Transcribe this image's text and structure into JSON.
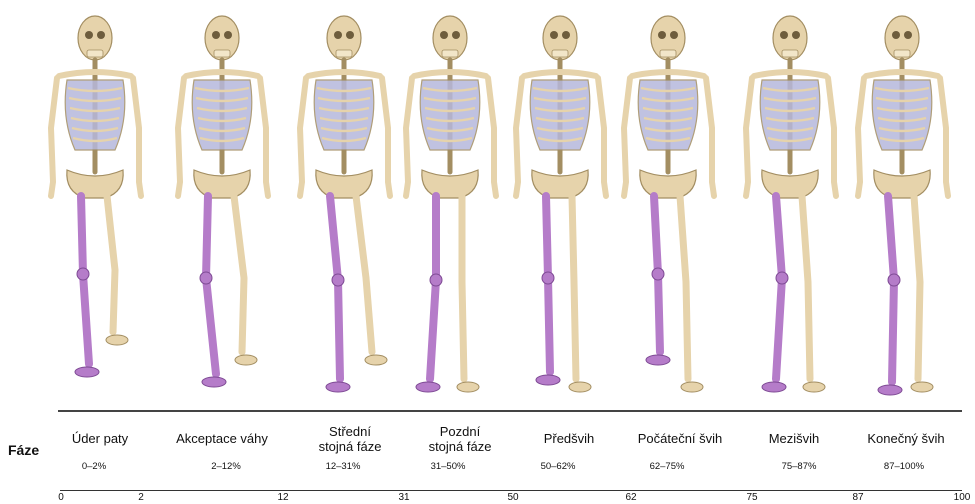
{
  "row_label": "Fáze",
  "colors": {
    "bone": "#e6d3ab",
    "bone_stroke": "#a38e62",
    "highlight": "#b57cc9",
    "highlight_stroke": "#7e4a94",
    "ribs": "#b6b8dc"
  },
  "phases": [
    {
      "name_lines": [
        "Úder paty"
      ],
      "range": "0–2%"
    },
    {
      "name_lines": [
        "Akceptace váhy"
      ],
      "range": "2–12%"
    },
    {
      "name_lines": [
        "Střední",
        "stojná fáze"
      ],
      "range": "12–31%"
    },
    {
      "name_lines": [
        "Pozdní",
        "stojná fáze"
      ],
      "range": "31–50%"
    },
    {
      "name_lines": [
        "Předšvih"
      ],
      "range": "50–62%"
    },
    {
      "name_lines": [
        "Počáteční švih"
      ],
      "range": "62–75%"
    },
    {
      "name_lines": [
        "Mezišvih"
      ],
      "range": "75–87%"
    },
    {
      "name_lines": [
        "Konečný švih"
      ],
      "range": "87–100%"
    }
  ],
  "axis_ticks": [
    "0",
    "2",
    "12",
    "31",
    "50",
    "62",
    "75",
    "87",
    "100"
  ]
}
